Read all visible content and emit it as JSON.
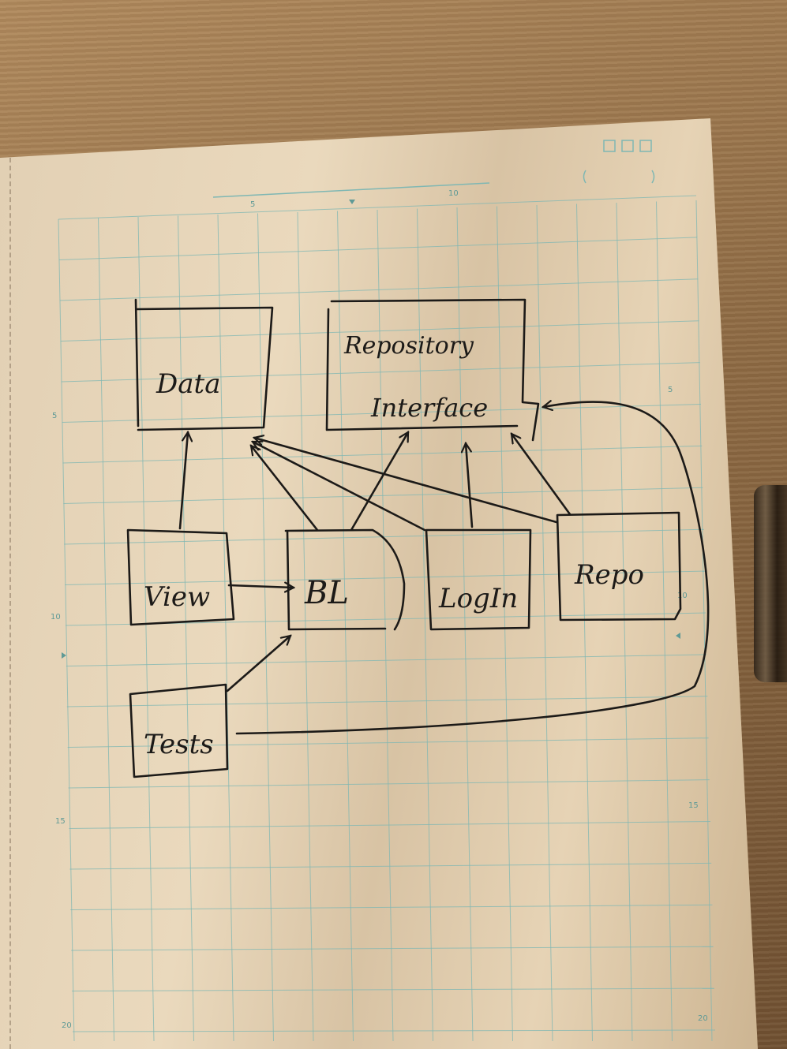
{
  "boxes": {
    "data": "Data",
    "repository_interface_line1": "Repository",
    "repository_interface_line2": "Interface",
    "view": "View",
    "bl": "BL",
    "login": "LogIn",
    "repo": "Repo",
    "tests": "Tests"
  },
  "ruler": {
    "top_5": "5",
    "top_10": "10",
    "left_5": "5",
    "left_10": "10",
    "left_15": "15",
    "left_20": "20",
    "right_5": "5",
    "right_10": "10",
    "right_15": "15",
    "right_20": "20"
  },
  "colors": {
    "grid": "#7fb7b3",
    "ink": "#1c1a18",
    "paper": "#e6d4b8"
  }
}
